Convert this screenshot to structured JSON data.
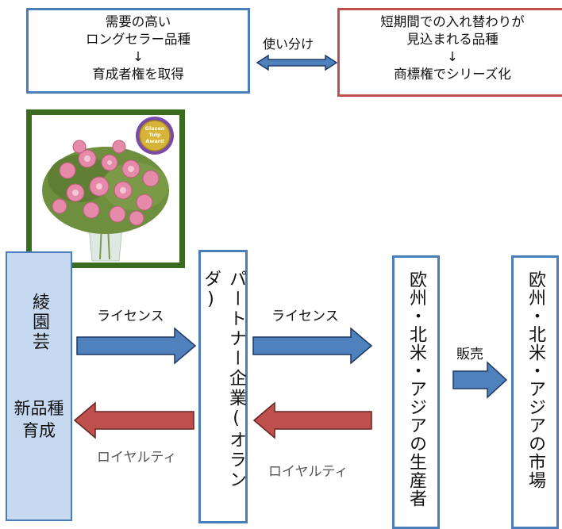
{
  "top_left_box": {
    "line1": "需要の高い",
    "line2": "ロングセラー品種",
    "line3": "↓",
    "line4": "育成者権を取得"
  },
  "top_middle_label": "使い分け",
  "top_right_box": {
    "line1": "短期間での入れ替わりが",
    "line2": "見込まれる品種",
    "line3": "↓",
    "line4": "商標権でシリーズ化"
  },
  "photo": {
    "badge_line1": "Glazen",
    "badge_line2": "Tulp",
    "badge_line3": "Award"
  },
  "breeder": {
    "name": "綾園芸",
    "role_line1": "新品種",
    "role_line2": "育成"
  },
  "partner": {
    "label": "パートナー企業(オランダ)"
  },
  "producers": {
    "label": "欧州・北米・アジアの生産者"
  },
  "markets": {
    "label": "欧州・北米・アジアの市場"
  },
  "flows": {
    "license_1": "ライセンス",
    "license_2": "ライセンス",
    "sales": "販売",
    "royalty_1": "ロイヤルティ",
    "royalty_2": "ロイヤルティ"
  },
  "colors": {
    "blue_border": "#4a7ebb",
    "red_border": "#c0504d",
    "blue_arrow": "#4f81bd",
    "red_arrow": "#c0504d",
    "green_frame": "#3a6b1f",
    "breeder_fill": "#c6d9f1"
  }
}
